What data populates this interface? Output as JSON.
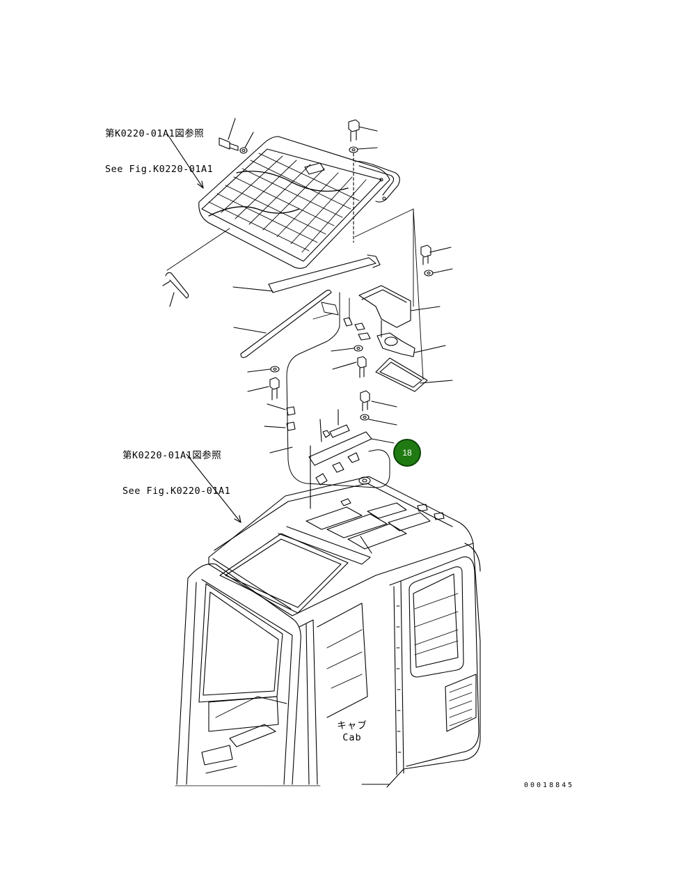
{
  "references": [
    {
      "jp": "第K0220-01A1図参照",
      "en": "See Fig.K0220-01A1"
    },
    {
      "jp": "第K0220-01A1図参照",
      "en": "See Fig.K0220-01A1"
    }
  ],
  "cab_label": {
    "jp": "キャブ",
    "en": "Cab"
  },
  "callout": {
    "number": "18",
    "color": "#1f7a12"
  },
  "document_number": "00018845"
}
